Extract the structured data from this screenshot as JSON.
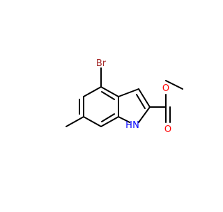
{
  "molecule": {
    "atom_labels": {
      "bromine": "Br",
      "oxygen_ether": "O",
      "oxygen_carbonyl": "O",
      "nitrogen_h": "H",
      "nitrogen": "N"
    },
    "colors": {
      "bromine": "#a52a2a",
      "oxygen": "#ff0000",
      "nitrogen": "#0000ff",
      "bond": "#000000"
    }
  }
}
